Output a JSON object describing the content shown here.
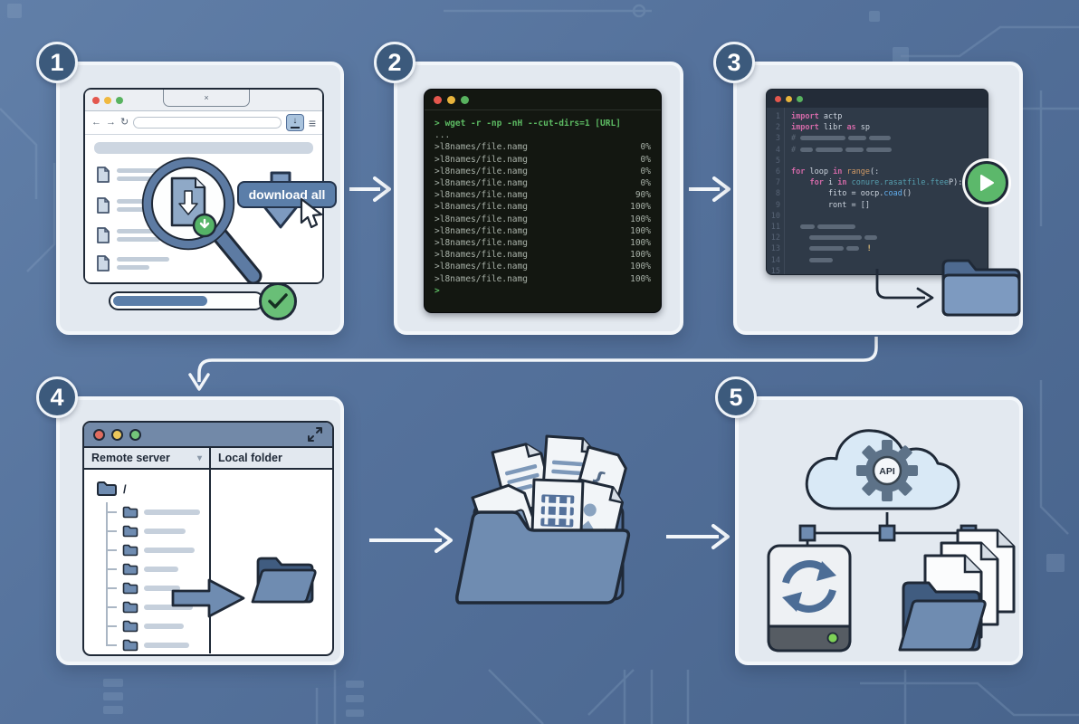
{
  "colors": {
    "background_top": "#617fa8",
    "background_bottom": "#48648c",
    "panel": "#e3e9f0",
    "accent_blue": "#5b7ea9",
    "folder_blue": "#6f8cb1",
    "success_green": "#69bf77",
    "terminal_green": "#5dbb63",
    "badge": "#3c5a7c"
  },
  "badges": {
    "step1": "1",
    "step2": "2",
    "step3": "3",
    "step4": "4",
    "step5": "5"
  },
  "panel1": {
    "tab_close_glyph": "×",
    "nav_back_glyph": "←",
    "nav_forward_glyph": "→",
    "nav_reload_glyph": "↻",
    "download_icon_glyph": "↓",
    "menu_glyph": "≡",
    "download_button_label": "download all",
    "file_rows": [
      [
        68,
        46
      ],
      [
        62,
        40
      ],
      [
        70,
        48
      ],
      [
        58,
        36
      ]
    ]
  },
  "panel2": {
    "terminal": {
      "command": "> wget -r -np -nH --cut-dirs=1 [URL]",
      "ellipsis": "...",
      "files": [
        {
          "name": ">l8names/file.namg",
          "pct": "0%"
        },
        {
          "name": ">l8names/file.namg",
          "pct": "0%"
        },
        {
          "name": ">l8names/file.namg",
          "pct": "0%"
        },
        {
          "name": ">l8names/file.namg",
          "pct": "0%"
        },
        {
          "name": ">l8names/file.namg",
          "pct": "90%"
        },
        {
          "name": ">l8names/file.namg",
          "pct": "100%"
        },
        {
          "name": ">l8names/file.namg",
          "pct": "100%"
        },
        {
          "name": ">l8names/file.namg",
          "pct": "100%"
        },
        {
          "name": ">l8names/file.namg",
          "pct": "100%"
        },
        {
          "name": ">l8names/file.namg",
          "pct": "100%"
        },
        {
          "name": ">l8names/file.namg",
          "pct": "100%"
        },
        {
          "name": ">l8names/file.namg",
          "pct": "100%"
        }
      ],
      "prompt": ">"
    }
  },
  "panel3": {
    "editor": {
      "lines": [
        {
          "n": "1",
          "seg": [
            {
              "t": "import",
              "c": "kw"
            },
            {
              "t": " actp",
              "c": "fg"
            }
          ]
        },
        {
          "n": "2",
          "seg": [
            {
              "t": "import",
              "c": "kw"
            },
            {
              "t": " libr ",
              "c": "fg"
            },
            {
              "t": "as",
              "c": "kw"
            },
            {
              "t": " sp",
              "c": "fg"
            }
          ]
        },
        {
          "n": "3",
          "seg": [
            {
              "t": "# ",
              "c": "cm"
            },
            {
              "bar": 50
            },
            {
              "bar": 20
            },
            {
              "bar": 24
            }
          ]
        },
        {
          "n": "4",
          "seg": [
            {
              "t": "# ",
              "c": "cm"
            },
            {
              "bar": 14
            },
            {
              "bar": 30
            },
            {
              "bar": 20
            },
            {
              "bar": 28
            }
          ]
        },
        {
          "n": "5",
          "seg": []
        },
        {
          "n": "6",
          "seg": [
            {
              "t": "for",
              "c": "kw"
            },
            {
              "t": " loop ",
              "c": "fg"
            },
            {
              "t": "in",
              "c": "kw"
            },
            {
              "t": " ",
              "c": "fg"
            },
            {
              "t": "range",
              "c": "num"
            },
            {
              "t": "(:",
              "c": "fg"
            }
          ]
        },
        {
          "n": "7",
          "seg": [
            {
              "t": "    ",
              "c": "fg"
            },
            {
              "t": "for",
              "c": "kw"
            },
            {
              "t": " i ",
              "c": "fg"
            },
            {
              "t": "in",
              "c": "kw"
            },
            {
              "t": " ",
              "c": "fg"
            },
            {
              "t": "conure.rasatfile.ftee",
              "c": "ty"
            },
            {
              "t": "P):",
              "c": "fg"
            }
          ]
        },
        {
          "n": "8",
          "seg": [
            {
              "t": "        fito = oocp.",
              "c": "fg"
            },
            {
              "t": "coad",
              "c": "fn"
            },
            {
              "t": "()",
              "c": "fg"
            }
          ]
        },
        {
          "n": "9",
          "seg": [
            {
              "t": "        ront = []",
              "c": "fg"
            }
          ]
        },
        {
          "n": "10",
          "seg": []
        },
        {
          "n": "11",
          "seg": [
            {
              "t": "  ",
              "c": "fg"
            },
            {
              "bar": 16
            },
            {
              "bar": 42
            }
          ]
        },
        {
          "n": "12",
          "seg": [
            {
              "t": "    ",
              "c": "fg"
            },
            {
              "bar": 58
            },
            {
              "bar": 14
            }
          ]
        },
        {
          "n": "13",
          "seg": [
            {
              "t": "    ",
              "c": "fg"
            },
            {
              "bar": 38
            },
            {
              "bar": 14
            },
            {
              "t": " !",
              "c": "warn"
            }
          ]
        },
        {
          "n": "14",
          "seg": [
            {
              "t": "    ",
              "c": "fg"
            },
            {
              "bar": 26
            }
          ]
        },
        {
          "n": "15",
          "seg": []
        }
      ]
    }
  },
  "panel4": {
    "column1_header": "Remote server",
    "column2_header": "Local folder",
    "sort_caret_glyph": "▾",
    "root_label": "/",
    "tree_bar_widths": [
      62,
      46,
      56,
      38,
      40,
      54,
      44,
      50
    ]
  },
  "panel5": {
    "cloud_label": "API"
  }
}
